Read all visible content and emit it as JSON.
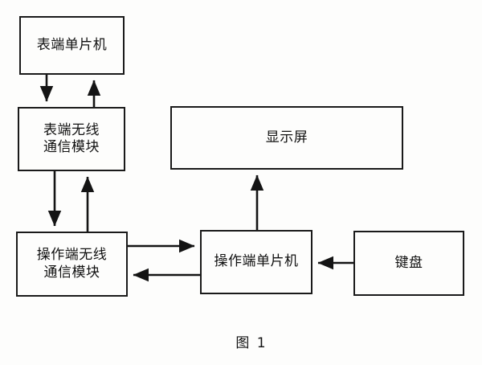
{
  "figure": {
    "caption": "图 1",
    "background_color": "#fdfdfc",
    "line_color": "#1a1a1a",
    "text_color": "#111111"
  },
  "nodes": [
    {
      "id": "meter-mcu",
      "label": "表端单片机",
      "role": "meter-side microcontroller"
    },
    {
      "id": "meter-rf",
      "label": "表端无线\n通信模块",
      "role": "meter-side wireless communication module"
    },
    {
      "id": "op-rf",
      "label": "操作端无线\n通信模块",
      "role": "operator-side wireless communication module"
    },
    {
      "id": "display",
      "label": "显示屏",
      "role": "display screen"
    },
    {
      "id": "op-mcu",
      "label": "操作端单片机",
      "role": "operator-side microcontroller"
    },
    {
      "id": "keyboard",
      "label": "键盘",
      "role": "keyboard"
    }
  ],
  "connections": [
    {
      "id": "meter-mcu-to-meter-rf",
      "from": "meter-mcu",
      "to": "meter-rf",
      "direction": "down"
    },
    {
      "id": "meter-rf-to-meter-mcu",
      "from": "meter-rf",
      "to": "meter-mcu",
      "direction": "up"
    },
    {
      "id": "meter-rf-to-op-rf",
      "from": "meter-rf",
      "to": "op-rf",
      "direction": "down"
    },
    {
      "id": "op-rf-to-meter-rf",
      "from": "op-rf",
      "to": "meter-rf",
      "direction": "up"
    },
    {
      "id": "op-rf-to-op-mcu",
      "from": "op-rf",
      "to": "op-mcu",
      "direction": "right"
    },
    {
      "id": "op-mcu-to-op-rf",
      "from": "op-mcu",
      "to": "op-rf",
      "direction": "left"
    },
    {
      "id": "op-mcu-to-display",
      "from": "op-mcu",
      "to": "display",
      "direction": "up"
    },
    {
      "id": "keyboard-to-op-mcu",
      "from": "keyboard",
      "to": "op-mcu",
      "direction": "left"
    }
  ]
}
